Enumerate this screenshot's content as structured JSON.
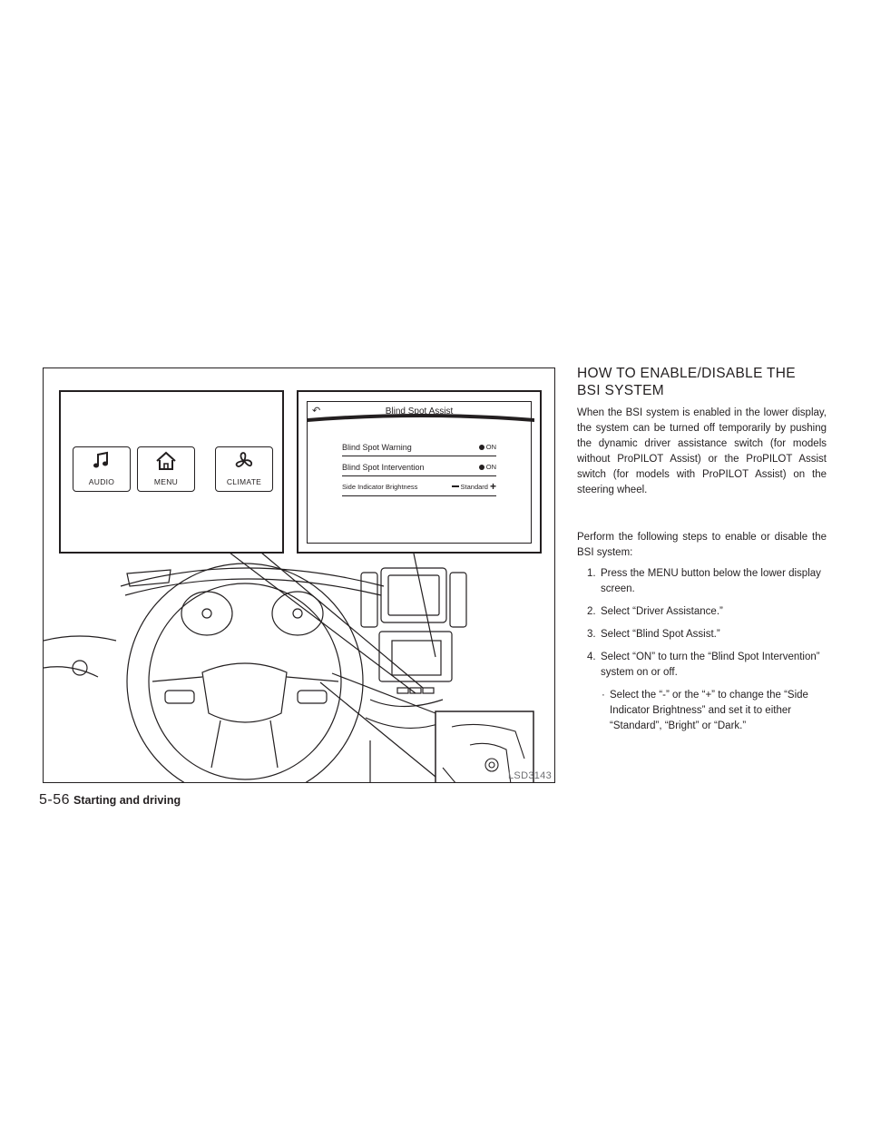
{
  "figure": {
    "lower_display": {
      "buttons": [
        {
          "label": "AUDIO",
          "icon": "music-note-icon"
        },
        {
          "label": "MENU",
          "icon": "home-icon"
        },
        {
          "label": "CLIMATE",
          "icon": "fan-icon"
        }
      ]
    },
    "upper_display": {
      "back_icon": "back-arrow-icon",
      "title": "Blind Spot Assist",
      "rows": [
        {
          "name": "Blind Spot Warning",
          "value": "ON"
        },
        {
          "name": "Blind Spot Intervention",
          "value": "ON"
        },
        {
          "name": "Side Indicator Brightness",
          "value": "Standard"
        }
      ]
    },
    "code": "LSD3143"
  },
  "section": {
    "heading_line1": "HOW TO ENABLE/DISABLE THE",
    "heading_line2": "BSI SYSTEM",
    "paragraph1": "When the BSI system is enabled in the lower display, the system can be turned off tempo­rarily by pushing the dynamic driver assis­tance switch (for models without ProPILOT Assist) or the ProPILOT Assist switch (for models with ProPILOT Assist) on the steer­ing wheel.",
    "paragraph2": "Perform the following steps to enable or dis­able the BSI system:",
    "steps": [
      {
        "num": "1.",
        "text": "Press the MENU button below the lower display screen."
      },
      {
        "num": "2.",
        "text": "Select “Driver Assistance.”"
      },
      {
        "num": "3.",
        "text": "Select “Blind Spot Assist.”"
      },
      {
        "num": "4.",
        "text": "Select “ON” to turn the “Blind Spot Inter­vention” system on or off."
      }
    ],
    "substep": {
      "bullet": "·",
      "text": "Select the “-” or the “+” to change the “Side Indicator Brightness” and set it to either “Standard”, “Bright” or “Dark.”"
    }
  },
  "footer": {
    "page": "5-56",
    "chapter": "Starting and driving"
  }
}
